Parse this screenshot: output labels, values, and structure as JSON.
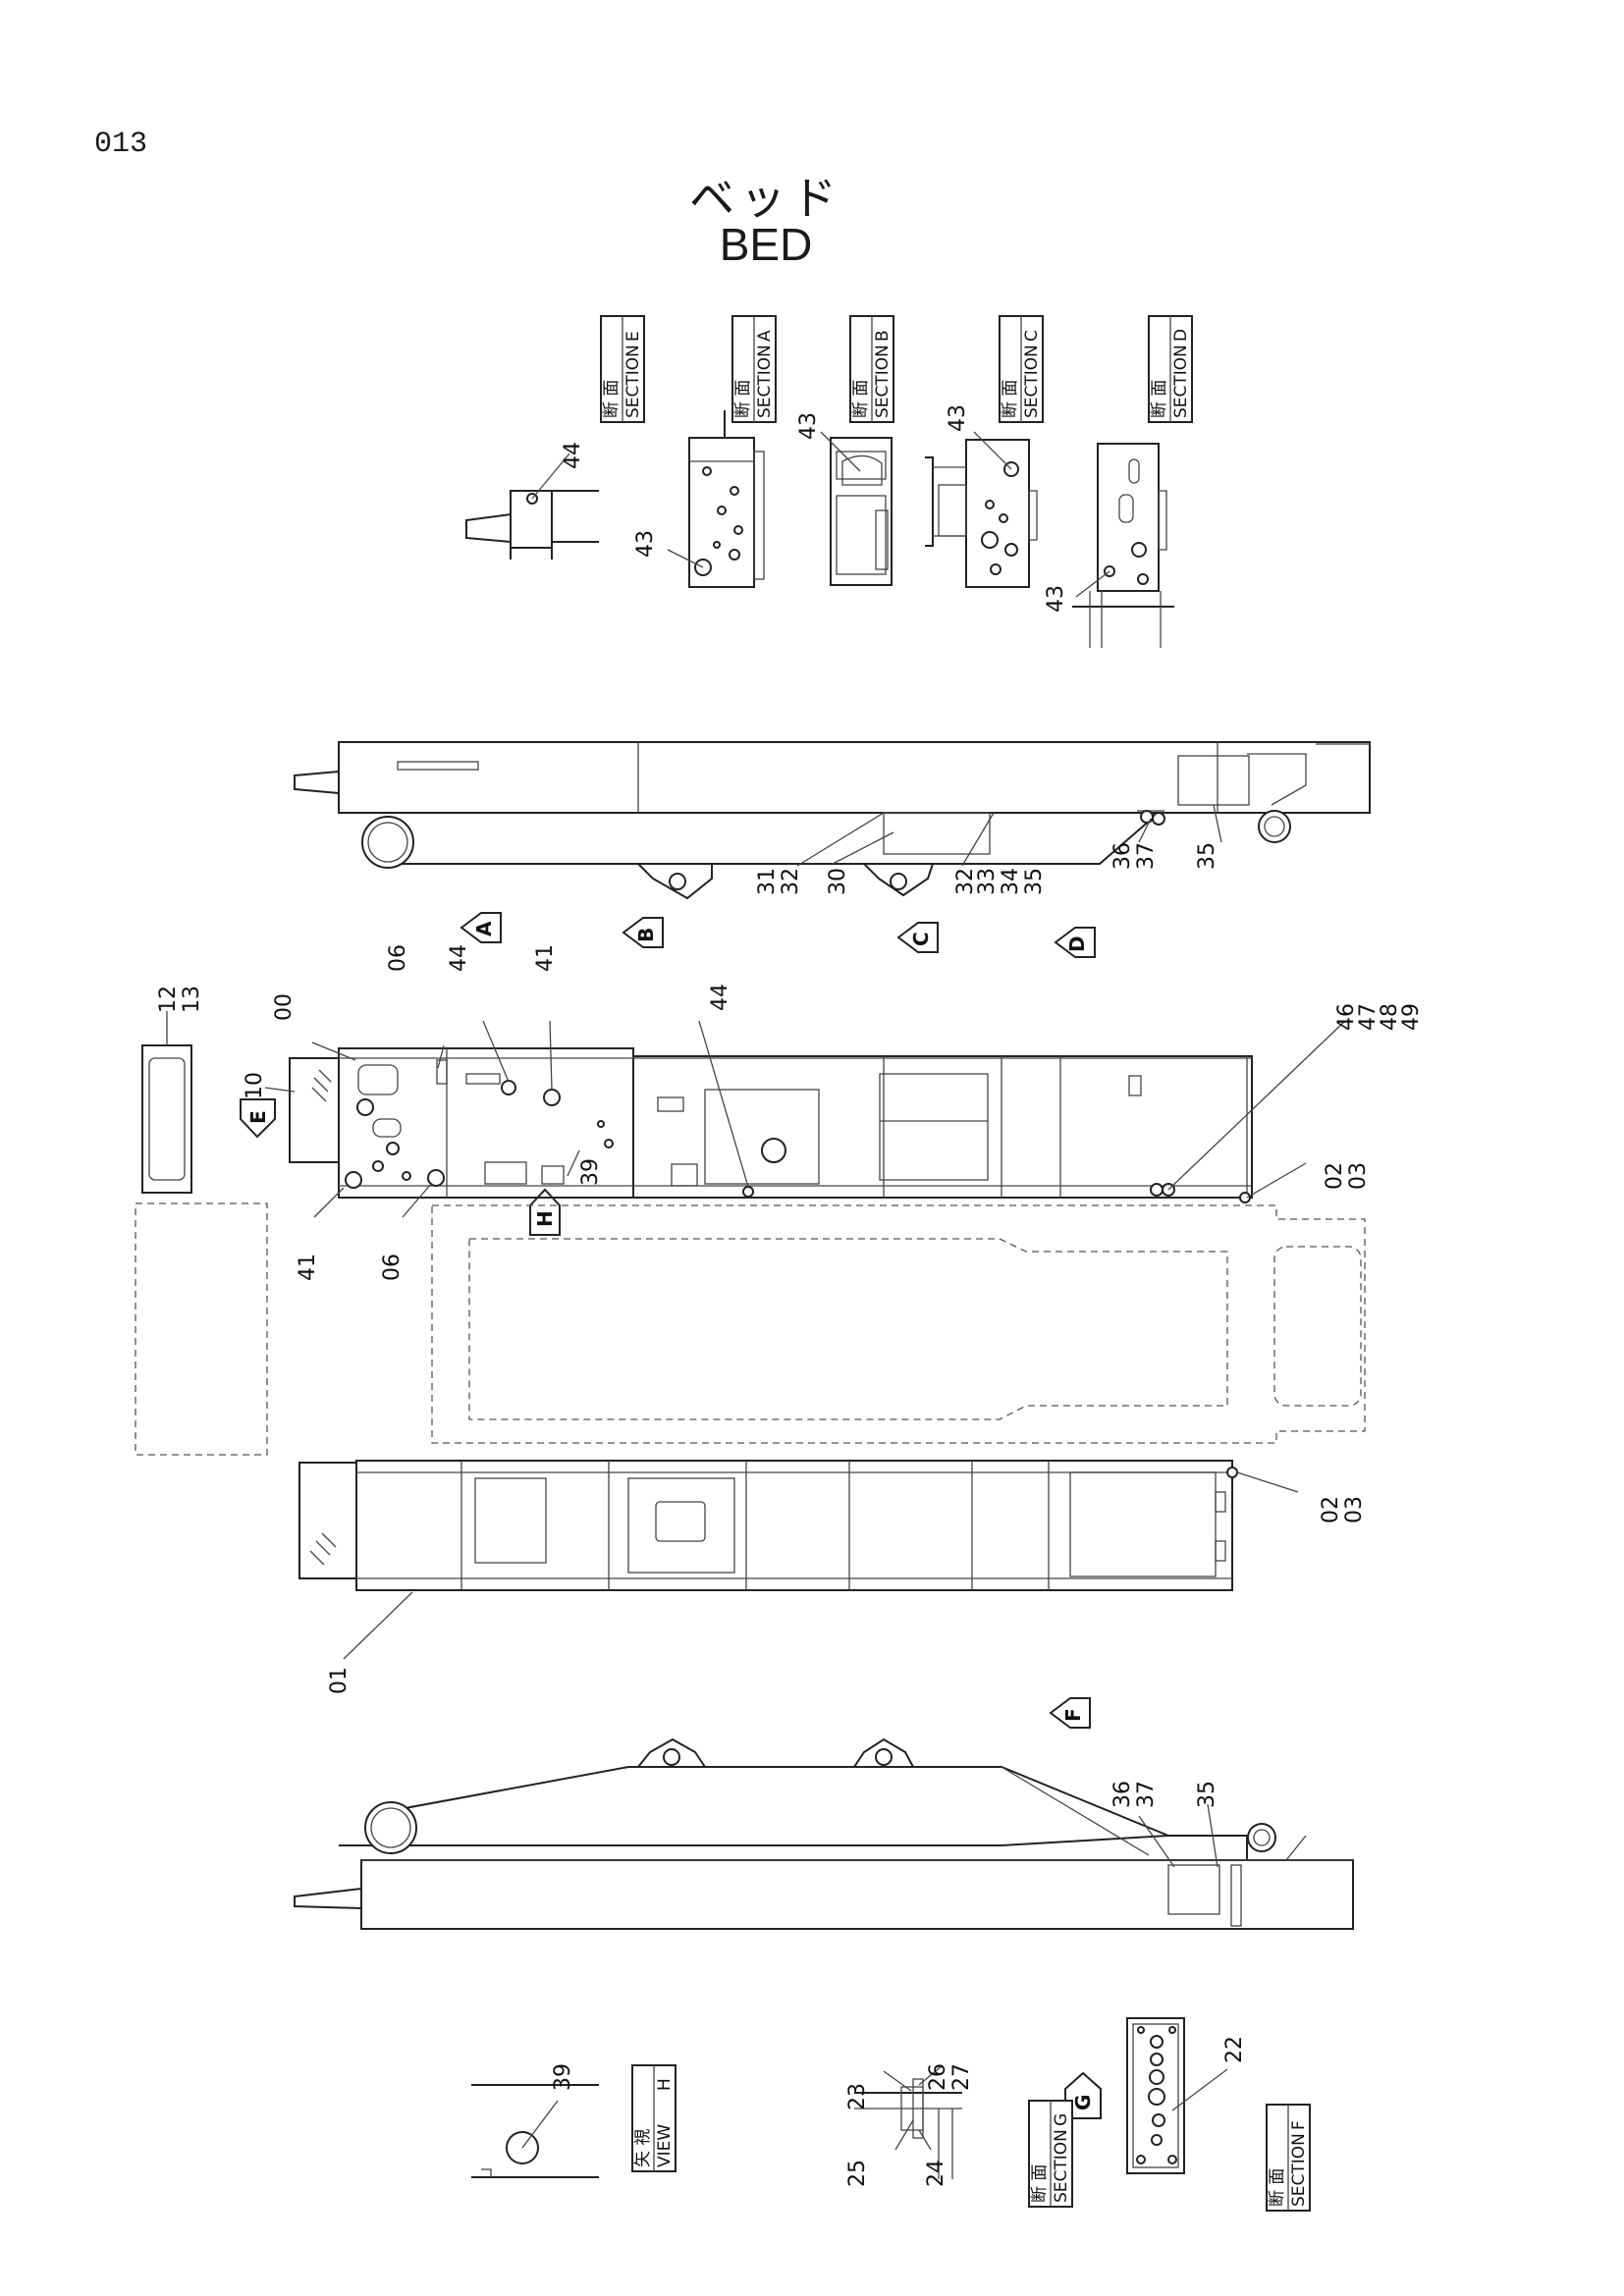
{
  "page_number": "013",
  "title_jp": "ベッド",
  "title_en": "BED",
  "section_labels": {
    "E": {
      "jp": "断 面",
      "en": "SECTION",
      "letter": "E"
    },
    "A": {
      "jp": "断 面",
      "en": "SECTION",
      "letter": "A"
    },
    "B": {
      "jp": "断 面",
      "en": "SECTION",
      "letter": "B"
    },
    "C": {
      "jp": "断 面",
      "en": "SECTION",
      "letter": "C"
    },
    "D": {
      "jp": "断 面",
      "en": "SECTION",
      "letter": "D"
    },
    "H": {
      "jp": "矢 視",
      "en": "VIEW",
      "letter": "H"
    },
    "G": {
      "jp": "断 面",
      "en": "SECTION",
      "letter": "G"
    },
    "F": {
      "jp": "断 面",
      "en": "SECTION",
      "letter": "F"
    }
  },
  "view_arrows": {
    "A": "A",
    "B": "B",
    "C": "C",
    "D": "D",
    "E": "E",
    "F": "F",
    "G": "G",
    "H": "H"
  },
  "callouts": {
    "sec_e_44": "44",
    "sec_a_43": "43",
    "sec_b_43": "43",
    "sec_c_43": "43",
    "sec_d_43": "43",
    "side_31": "31",
    "side_32a": "32",
    "side_30": "30",
    "side_32b": "32",
    "side_33": "33",
    "side_34": "34",
    "side_35a": "35",
    "side_36": "36",
    "side_37": "37",
    "side_35b": "35",
    "plan_12": "12",
    "plan_13": "13",
    "plan_00": "00",
    "plan_10": "10",
    "plan_06a": "06",
    "plan_44a": "44",
    "plan_41a": "41",
    "plan_44b": "44",
    "plan_39": "39",
    "plan_41b": "41",
    "plan_06b": "06",
    "plan_46": "46",
    "plan_47": "47",
    "plan_48": "48",
    "plan_49": "49",
    "plan_02a": "02",
    "plan_03a": "03",
    "plan_02b": "02",
    "plan_03b": "03",
    "plan_01": "01",
    "low_36": "36",
    "low_37": "37",
    "low_35": "35",
    "view_h_39": "39",
    "sec_g_23": "23",
    "sec_g_26": "26",
    "sec_g_27": "27",
    "sec_g_25": "25",
    "sec_g_24": "24",
    "sec_f_22": "22"
  }
}
